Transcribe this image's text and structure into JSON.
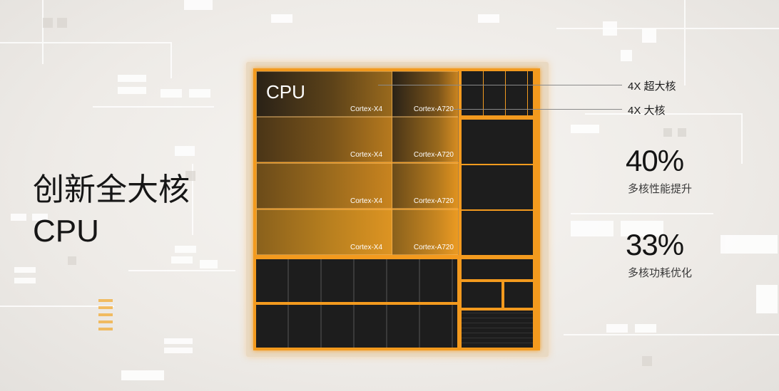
{
  "headline": {
    "line1": "创新全大核",
    "line2": "CPU"
  },
  "chip": {
    "cpu_label": "CPU",
    "core_pairs": [
      {
        "x4": "Cortex-X4",
        "a720": "Cortex-A720"
      },
      {
        "x4": "Cortex-X4",
        "a720": "Cortex-A720"
      },
      {
        "x4": "Cortex-X4",
        "a720": "Cortex-A720"
      },
      {
        "x4": "Cortex-X4",
        "a720": "Cortex-A720"
      }
    ]
  },
  "callouts": {
    "super_cores": "4X 超大核",
    "big_cores": "4X 大核"
  },
  "stats": [
    {
      "value": "40%",
      "caption": "多核性能提升"
    },
    {
      "value": "33%",
      "caption": "多核功耗优化"
    }
  ],
  "colors": {
    "accent": "#f39a1e",
    "die_dark": "#1d1d1d",
    "text_dark": "#141414"
  }
}
